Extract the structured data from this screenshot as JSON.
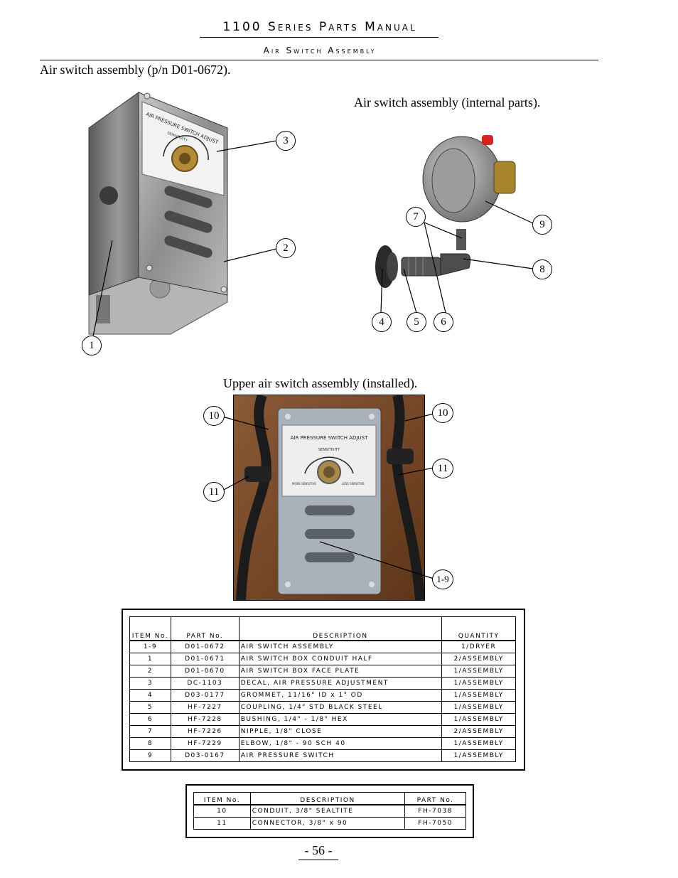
{
  "header": {
    "title": "1100 Series Parts Manual",
    "subtitle": "Air Switch Assembly"
  },
  "captions": {
    "main": "Air switch assembly (p/n D01-0672).",
    "internal": "Air switch assembly (internal parts).",
    "installed": "Upper air switch assembly (installed)."
  },
  "photo_text": {
    "plate_title": "AIR PRESSURE SWITCH ADJUST",
    "sensitivity": "SENSITIVITY",
    "more": "MORE SENSITIVE",
    "less": "LESS SENSITIVE"
  },
  "callouts": {
    "main": [
      "3",
      "2",
      "1"
    ],
    "internal": [
      "7",
      "9",
      "8",
      "4",
      "5",
      "6"
    ],
    "installed": [
      "10",
      "10",
      "11",
      "11",
      "1-9"
    ]
  },
  "parts_table": {
    "headers": [
      "ITEM No.",
      "PART No.",
      "DESCRIPTION",
      "QUANTITY"
    ],
    "rows": [
      [
        "1-9",
        "D01-0672",
        "AIR SWITCH ASSEMBLY",
        "1/DRYER"
      ],
      [
        "1",
        "D01-0671",
        "AIR SWITCH BOX CONDUIT HALF",
        "2/ASSEMBLY"
      ],
      [
        "2",
        "D01-0670",
        "AIR SWITCH BOX FACE PLATE",
        "1/ASSEMBLY"
      ],
      [
        "3",
        "DC-1103",
        "DECAL, AIR PRESSURE ADJUSTMENT",
        "1/ASSEMBLY"
      ],
      [
        "4",
        "D03-0177",
        "GROMMET, 11/16\" ID x 1\" OD",
        "1/ASSEMBLY"
      ],
      [
        "5",
        "HF-7227",
        "COUPLING, 1/4\" STD BLACK STEEL",
        "1/ASSEMBLY"
      ],
      [
        "6",
        "HF-7228",
        "BUSHING, 1/4\" - 1/8\" HEX",
        "1/ASSEMBLY"
      ],
      [
        "7",
        "HF-7226",
        "NIPPLE, 1/8\" CLOSE",
        "2/ASSEMBLY"
      ],
      [
        "8",
        "HF-7229",
        "ELBOW, 1/8\" - 90 SCH 40",
        "1/ASSEMBLY"
      ],
      [
        "9",
        "D03-0167",
        "AIR PRESSURE SWITCH",
        "1/ASSEMBLY"
      ]
    ]
  },
  "conduit_table": {
    "headers": [
      "ITEM No.",
      "DESCRIPTION",
      "PART No."
    ],
    "rows": [
      [
        "10",
        "CONDUIT, 3/8\" SEALTITE",
        "FH-7038"
      ],
      [
        "11",
        "CONNECTOR, 3/8\" x 90",
        "FH-7050"
      ]
    ]
  },
  "page_number": "- 56 -"
}
